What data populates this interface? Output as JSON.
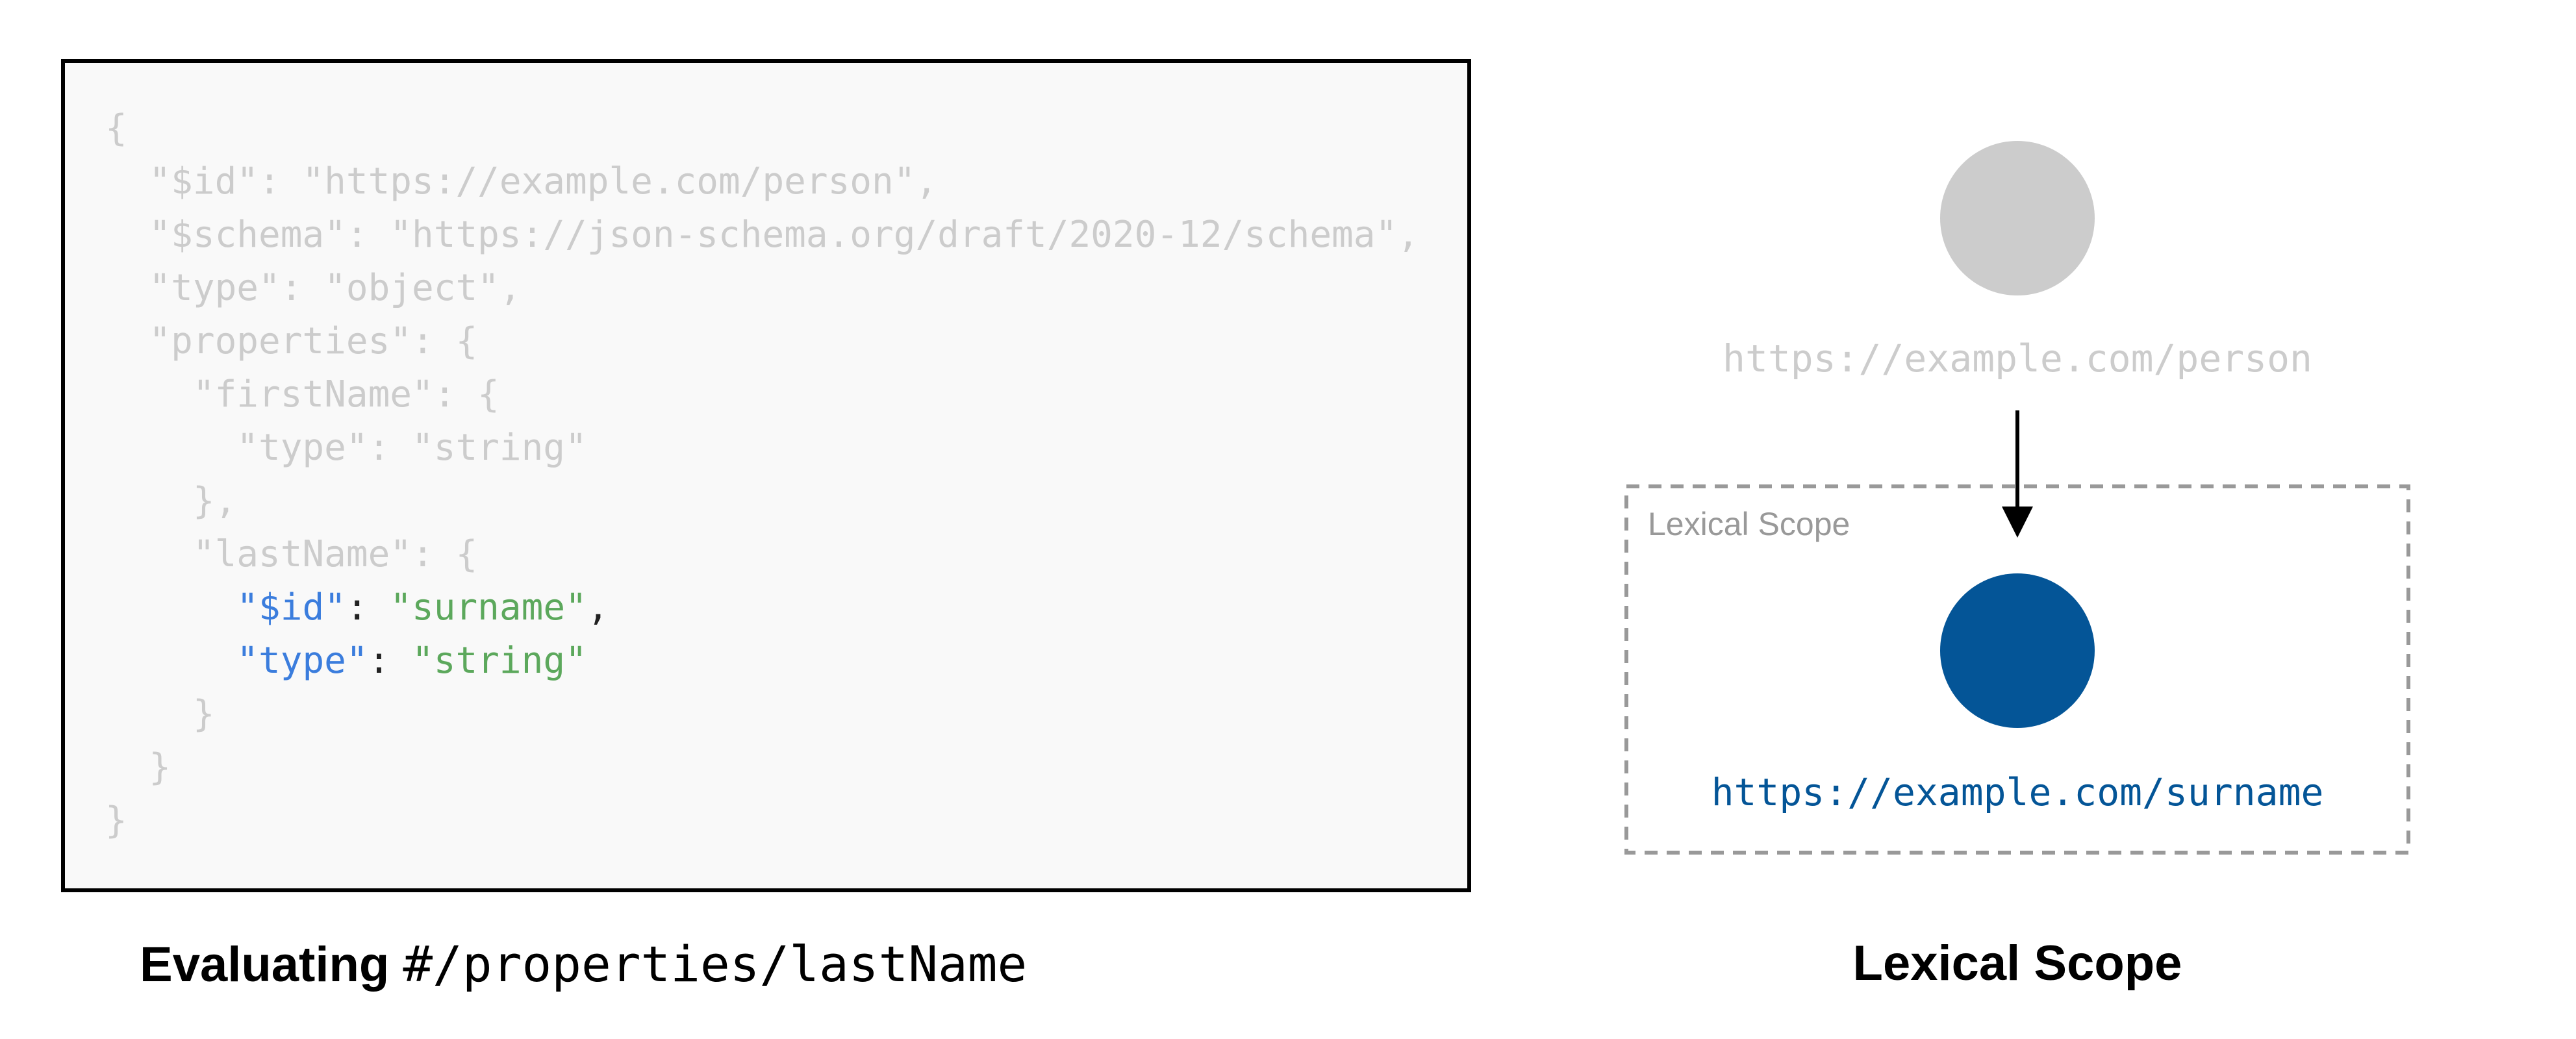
{
  "code": {
    "lines": [
      "{",
      "  \"$id\": \"https://example.com/person\",",
      "  \"$schema\": \"https://json-schema.org/draft/2020-12/schema\",",
      "  \"type\": \"object\",",
      "  \"properties\": {",
      "    \"firstName\": {",
      "      \"type\": \"string\"",
      "    },",
      "    \"lastName\": {"
    ],
    "highlighted": {
      "id_indent": "      ",
      "id_key": "\"$id\"",
      "id_sep": ": ",
      "id_value": "\"surname\"",
      "id_comma": ",",
      "type_indent": "      ",
      "type_key": "\"type\"",
      "type_sep": ": ",
      "type_value": "\"string\""
    },
    "tail_lines": [
      "    }",
      "  }",
      "}"
    ]
  },
  "caption_left": {
    "bold": "Evaluating ",
    "mono": "#/properties/lastName"
  },
  "caption_right": "Lexical Scope",
  "diagram": {
    "parent_url": "https://example.com/person",
    "scope_label": "Lexical Scope",
    "child_url": "https://example.com/surname"
  },
  "colors": {
    "parent_node": "#cccccc",
    "child_node": "#045597",
    "key": "#3b7ddd",
    "string": "#5ca85c",
    "scope_border": "#999999"
  }
}
